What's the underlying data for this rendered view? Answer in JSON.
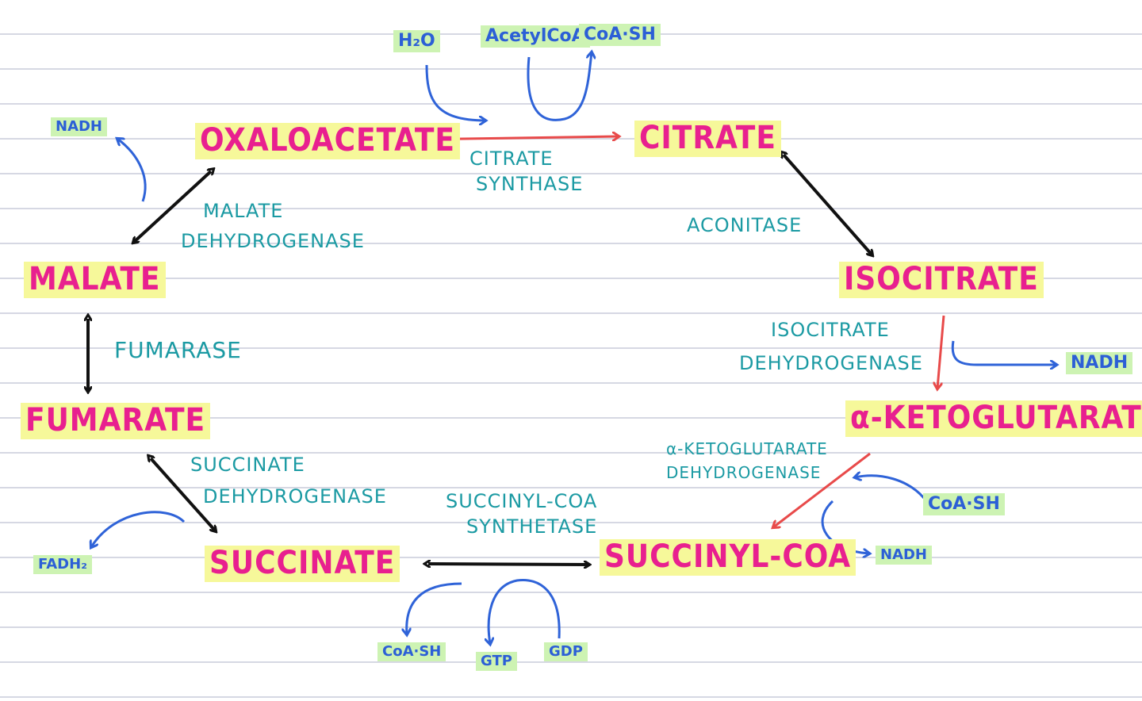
{
  "colors": {
    "compound_text": "#e8208f",
    "compound_highlight": "#f6f89a",
    "enzyme_text": "#1b9aa3",
    "cofactor_text": "#2c5fd6",
    "cofactor_highlight": "#cdf3b3",
    "arrow_black": "#111111",
    "arrow_red": "#e84a4a",
    "arrow_blue": "#2f63d8",
    "ruled_line": "#d6d8e3"
  },
  "compounds": {
    "oxaloacetate": "OXALOACETATE",
    "citrate": "CITRATE",
    "isocitrate": "ISOCITRATE",
    "alpha_ketoglutarate": "α-KETOGLUTARATE",
    "succinyl_coa": "SUCCINYL-COA",
    "succinate": "SUCCINATE",
    "fumarate": "FUMARATE",
    "malate": "MALATE"
  },
  "enzymes": {
    "citrate_synthase": [
      "CITRATE",
      "SYNTHASE"
    ],
    "aconitase": "ACONITASE",
    "isocitrate_dehydrogenase": [
      "ISOCITRATE",
      "DEHYDROGENASE"
    ],
    "akg_dehydrogenase": [
      "α-KETOGLUTARATE",
      "DEHYDROGENASE"
    ],
    "succinyl_coa_synthetase": [
      "SUCCINYL-COA",
      "SYNTHETASE"
    ],
    "succinate_dehydrogenase": [
      "SUCCINATE",
      "DEHYDROGENASE"
    ],
    "fumarase": "FUMARASE",
    "malate_dehydrogenase": [
      "MALATE",
      "DEHYDROGENASE"
    ]
  },
  "cofactors": {
    "h2o": "H₂O",
    "acetyl_coa": "AcetylCoA",
    "coa_sh_top": "CoA·SH",
    "nadh_isocitrate": "NADH",
    "coa_sh_akg": "CoA·SH",
    "nadh_akg": "NADH",
    "coa_sh_bottom": "CoA·SH",
    "gtp": "GTP",
    "gdp": "GDP",
    "fadh2": "FADH₂",
    "nadh_malate": "NADH"
  }
}
